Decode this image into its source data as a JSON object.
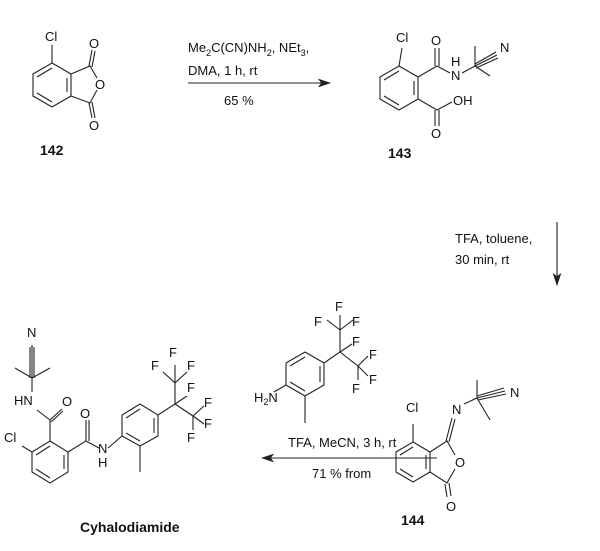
{
  "compounds": {
    "c142": {
      "label": "142",
      "atoms": [
        "Cl",
        "O",
        "O",
        "O"
      ]
    },
    "c143": {
      "label": "143",
      "atoms": [
        "Cl",
        "O",
        "H",
        "N",
        "N",
        "OH",
        "O"
      ]
    },
    "c144": {
      "label": "144",
      "atoms": [
        "Cl",
        "N",
        "N",
        "O",
        "O"
      ]
    },
    "aniline": {
      "atoms": [
        "H",
        "2",
        "N",
        "F",
        "F",
        "F",
        "F",
        "F",
        "F",
        "F"
      ]
    },
    "product": {
      "label": "Cyhalodiamide",
      "atoms": [
        "Cl",
        "HN",
        "O",
        "N",
        "O",
        "N",
        "H",
        "F",
        "F",
        "F",
        "F",
        "F",
        "F",
        "F"
      ]
    }
  },
  "steps": [
    {
      "conditions_line1": [
        "Me",
        "2",
        "C(CN)NH",
        "2",
        ", NEt",
        "3",
        ","
      ],
      "conditions_line2": "DMA, 1 h, rt",
      "yield": "65 %"
    },
    {
      "conditions_line1": "TFA, toluene,",
      "conditions_line2": "30 min, rt"
    },
    {
      "conditions_line1": "TFA, MeCN, 3 h, rt",
      "yield": "71 % from"
    }
  ]
}
